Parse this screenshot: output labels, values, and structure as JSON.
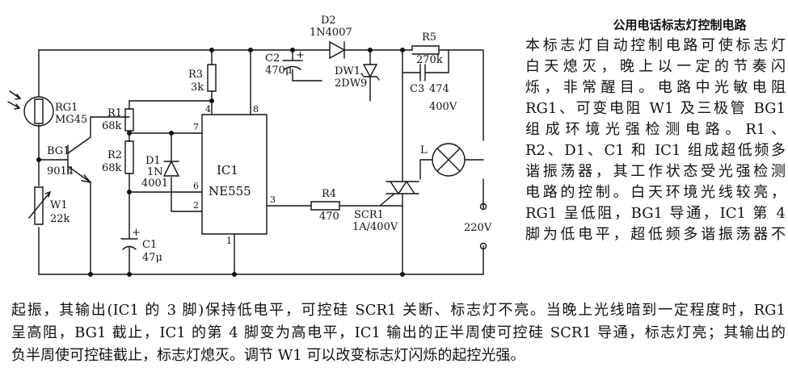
{
  "article": {
    "title": "公用电话标志灯控制电路",
    "column_lines": [
      "本标志灯自动控制电路可使标志灯",
      "白天熄灭，晚上以一定的节奏闪",
      "烁，非常醒目。电路中光敏电阻",
      "RG1、可变电阻 W1 及三极管 BG1",
      "组成环境光强检测电路。R1、",
      "R2、D1、C1 和 IC1 组成超低频多",
      "谐振荡器，其工作状态受光强检测",
      "电路的控制。白天环境光线较亮，",
      "RG1 呈低阻，BG1 导通，IC1 第 4",
      "脚为低电平，超低频多谐振荡器不"
    ],
    "wide_lines": [
      "起振，其输出(IC1 的 3 脚)保持低电平，可控硅 SCR1 关断、标志灯不亮。当晚上光线暗到一定程度时，RG1",
      "呈高阻，BG1 截止，IC1 的第 4 脚变为高电平，IC1 输出的正半周使可控硅 SCR1 导通，标志灯亮；其输出的",
      "负半周使可控硅截止，标志灯熄灭。调节 W1 可以改变标志灯闪烁的起控光强。"
    ]
  },
  "schematic": {
    "components": {
      "rg1": {
        "ref": "RG1",
        "value": "MG45"
      },
      "bg1": {
        "ref": "BG1",
        "value": "9014"
      },
      "w1": {
        "ref": "W1",
        "value": "22k"
      },
      "r1": {
        "ref": "R1",
        "value": "68k"
      },
      "r2": {
        "ref": "R2",
        "value": "68k"
      },
      "r3": {
        "ref": "R3",
        "value": "3k"
      },
      "d1": {
        "ref": "D1",
        "value_a": "1N",
        "value_b": "4001"
      },
      "c1": {
        "ref": "C1",
        "value": "47μ"
      },
      "c2": {
        "ref": "C2",
        "value": "470μ"
      },
      "d2": {
        "ref": "D2",
        "value": "1N4007"
      },
      "dw1": {
        "ref": "DW1",
        "value": "2DW9"
      },
      "r5": {
        "ref": "R5",
        "value": "270k"
      },
      "c3": {
        "ref": "C3",
        "value": "474",
        "rating": "400V"
      },
      "r4": {
        "ref": "R4",
        "value": "470"
      },
      "scr1": {
        "ref": "SCR1",
        "value": "1A/400V"
      },
      "lamp": {
        "ref": "L"
      },
      "ic1": {
        "ref": "IC1",
        "part": "NE555"
      }
    },
    "pins": {
      "p1": "1",
      "p2": "2",
      "p3": "3",
      "p4": "4",
      "p6": "6",
      "p7": "7",
      "p8": "8"
    },
    "supply": "220V",
    "pos_marker": "+"
  }
}
